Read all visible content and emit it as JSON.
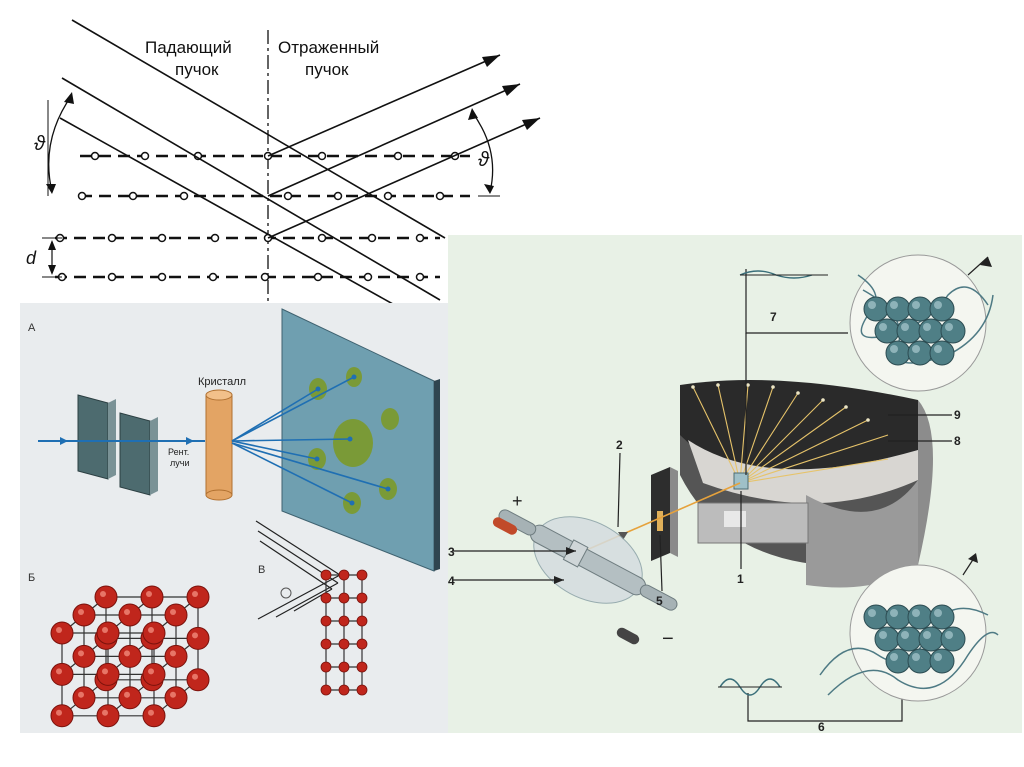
{
  "bragg": {
    "incident_label": [
      "Падающий",
      "пучок"
    ],
    "reflected_label": [
      "Отраженный",
      "пучок"
    ],
    "angle_symbol": "ϑ",
    "spacing_symbol": "d"
  },
  "laue": {
    "panel_a": "А",
    "panel_b": "Б",
    "panel_v": "В",
    "crystal_label": "Кристалл",
    "ray_label": [
      "Рент.",
      "лучи"
    ]
  },
  "spectrometer": {
    "plus_sign": "+",
    "minus_sign": "−",
    "callouts": [
      "1",
      "2",
      "3",
      "4",
      "5",
      "6",
      "7",
      "8",
      "9"
    ]
  },
  "colors": {
    "atom_red": "#c0261c",
    "plate_blue": "#5f8fa3",
    "spot_green": "#7c9a2a",
    "beam_blue": "#1f6fb3",
    "sphere_teal": "#4f7f86",
    "background_green": "#e8f1e6"
  }
}
